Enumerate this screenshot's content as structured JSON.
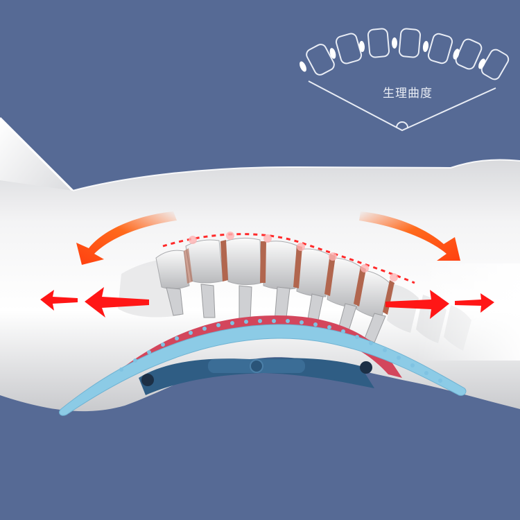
{
  "scene": {
    "description": "Back stretcher device under a human torso illustration with spine, showing physiological curvature",
    "background_color": "#566a95"
  },
  "diagram": {
    "label": "生理曲度",
    "vertebra_count": 7,
    "line_color": "#e9edf5"
  },
  "arrows": {
    "curved": [
      {
        "direction": "left-down",
        "color": "#ff4a10"
      },
      {
        "direction": "right-down",
        "color": "#ff4a10"
      }
    ],
    "straight": [
      {
        "direction": "left",
        "color": "#ff1a1a"
      },
      {
        "direction": "left",
        "color": "#ff1a1a"
      },
      {
        "direction": "right",
        "color": "#ff1a1a"
      },
      {
        "direction": "right",
        "color": "#ff1a1a"
      }
    ]
  },
  "device": {
    "board_color": "#8ccbe6",
    "pad_color": "#d3465c",
    "frame_color": "#2f5d84"
  }
}
